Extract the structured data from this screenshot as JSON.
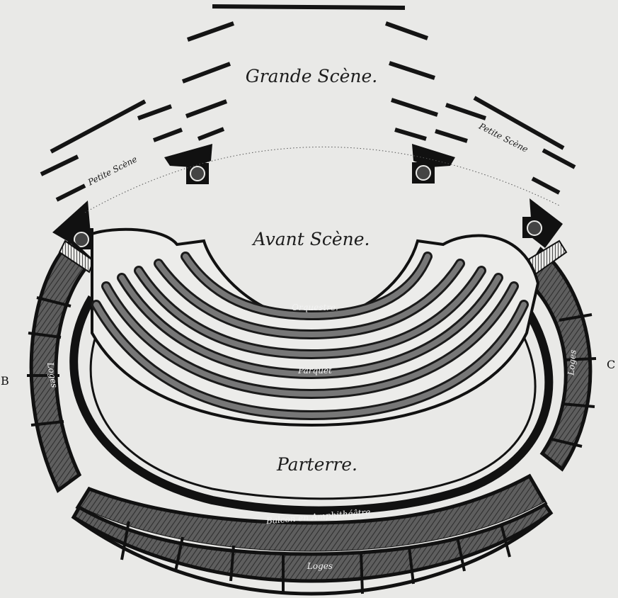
{
  "labels": {
    "grande_scene": "Grande Scène.",
    "petite_scene_left": "Petite Scène",
    "petite_scene_right": "Petite Scène",
    "avant_scene": "Avant Scène.",
    "orquestre": "Orquestre.",
    "parquet": "Parquet",
    "parterre": "Parterre.",
    "balcon": "Balcon en Amphithéâtre",
    "loges_bottom": "Loges",
    "loges_left": "Loges",
    "loges_right": "Loges",
    "letter_b": "B",
    "letter_c": "C"
  },
  "colors": {
    "paper": "#e9e9e7",
    "ink": "#141414",
    "hatch": "#6a6a6a"
  }
}
